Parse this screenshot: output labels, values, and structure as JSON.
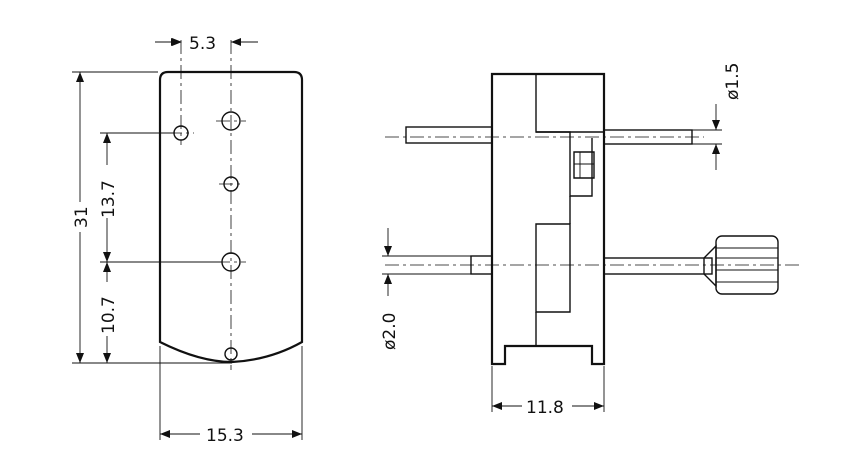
{
  "front_view": {
    "dim_top": "5.3",
    "dim_height": "31",
    "dim_upper": "13.7",
    "dim_lower": "10.7",
    "dim_width": "15.3"
  },
  "side_view": {
    "dim_shaft_small": "ø1.5",
    "dim_shaft_large": "ø2.0",
    "dim_depth": "11.8"
  }
}
